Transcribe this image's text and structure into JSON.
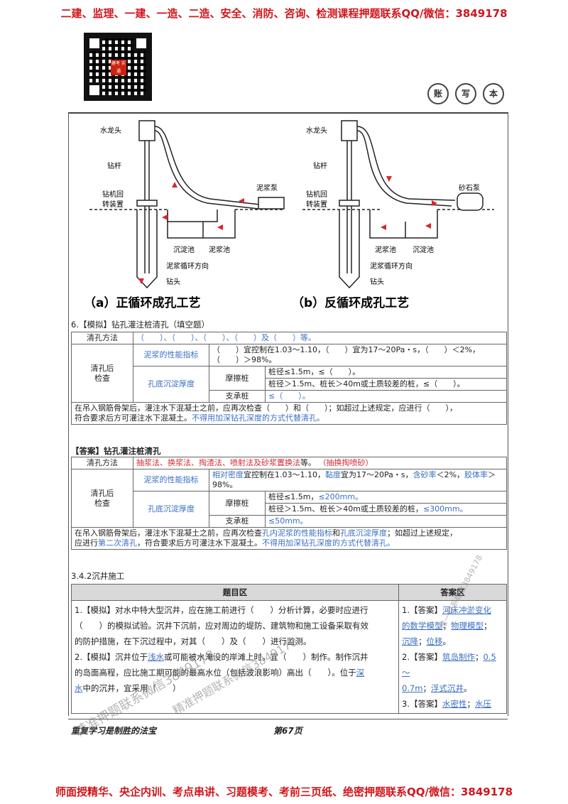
{
  "banner_top": "二建、监理、一建、一造、二造、安全、消防、咨询、检测课程押题联系QQ/微信：3849178",
  "banner_bottom": "师面授精华、央企内训、考点串讲、习题模考、考前三页纸、绝密押题联系QQ/微信：3849178",
  "stamps": [
    "账",
    "写",
    "本"
  ],
  "qr_logo": "建考\n实通",
  "diagram": {
    "a": {
      "labels": {
        "faucet": "水龙头",
        "rod": "钻杆",
        "rotary": "钻机回\n转装置",
        "pump": "泥浆泵",
        "settle": "沉淀池",
        "mud": "泥浆池",
        "circ": "泥浆循环方向",
        "bit": "钻头"
      },
      "caption": "（a）正循环成孔工艺"
    },
    "b": {
      "labels": {
        "faucet": "水龙头",
        "rod": "钻杆",
        "rotary": "钻机回\n转装置",
        "pump": "砂石泵",
        "mud": "泥浆池",
        "settle": "沉淀池",
        "circ": "泥浆循环方向",
        "bit": "钻头"
      },
      "caption": "（b）反循环成孔工艺"
    }
  },
  "q6_title": "6.【模拟】钻孔灌注桩清孔（填空题）",
  "q_table": {
    "method_label": "清孔方法",
    "method_value": "（　　）、（　　）、（　　）、（　　）及（　　）等。",
    "check_label": "清孔后\n检查",
    "mud_label": "泥浆的性能指标",
    "mud_value": "（　　）宜控制在1.03～1.10，（　　）宜为17～20Pa・s，（　　）＜2%，（　　）＞98%。",
    "sed_label": "孔底沉淀厚度",
    "friction_label": "摩擦桩",
    "friction_1": "桩径≤1.5m，≤（　　）。",
    "friction_2": "桩径＞1.5m、桩长＞40m或土质较差的桩，≤（　　）。",
    "bearing_label": "支承桩",
    "bearing_value": "≤（　　）。",
    "note_1": "在吊入钢筋骨架后，灌注水下混凝土之前，应再次检查（　　）和（　　）；如超过上述规定，应进行（　　），",
    "note_2a": "符合要求后方可灌注水下混凝土。",
    "note_2b": "不得用加深钻孔深度的方式代替清孔。"
  },
  "ans_title": "【答案】钻孔灌注桩清孔",
  "a_table": {
    "method_label": "清孔方法",
    "method_value_red": "抽浆法、换浆法、掏渣法、喷射法及砂浆置换法",
    "method_value_tail": "等。",
    "method_value_extra": "（抽换掏喷砂）",
    "check_label": "清孔后\n检查",
    "mud_label": "泥浆的性能指标",
    "mud_v1": "相对密度",
    "mud_v2": "宜控制在1.03～1.10，",
    "mud_v3": "黏度",
    "mud_v4": "宜为17～20Pa・s，",
    "mud_v5": "含砂率",
    "mud_v6": "＜2%，",
    "mud_v7": "胶体率",
    "mud_v8": "＞98%。",
    "sed_label": "孔底沉淀厚度",
    "friction_label": "摩擦桩",
    "friction_1a": "桩径≤1.5m，",
    "friction_1b": "≤200mm。",
    "friction_2a": "桩径＞1.5m、桩长＞40m或土质较差的桩，",
    "friction_2b": "≤300mm。",
    "bearing_label": "支承桩",
    "bearing_value": "≤50mm。",
    "note_1a": "在吊入钢筋骨架后，灌注水下混凝土之前，应再次检查",
    "note_1b": "孔内泥浆的性能指标",
    "note_1c": "和",
    "note_1d": "孔底沉淀厚度",
    "note_1e": "；如超过上述规定，",
    "note_2a": "应进行",
    "note_2b": "第二次清孔",
    "note_2c": "，符合要求后方可灌注水下混凝土。",
    "note_2d": "不得用加深钻孔深度的方式代替清孔。"
  },
  "section": "3.4.2沉井施工",
  "qa": {
    "head_q": "题目区",
    "head_a": "答案区",
    "q1_l1": "1.【模拟】对水中特大型沉井，应在施工前进行（　　）分析计算，必要时应进行",
    "q1_l2": "（　　）的模拟试验。沉井下沉前，应对周边的堤防、建筑物和施工设备采取有效",
    "q1_l3": "的防护措施，在下沉过程中，对其（　　）及（　　）进行监测。",
    "q2_l1a": "2.【模拟】沉井位于",
    "q2_l1b": "浅水",
    "q2_l1c": "或可能被水淹没的岸滩上时，宜（　　）制作。制作沉井",
    "q2_l2": "的岛面高程，应比施工期可能的最高水位（包括波浪影响）高出（　　）。位于",
    "q2_l2b": "深",
    "q2_l3a": "水",
    "q2_l3b": "中的沉井，宜采用（　　）",
    "a1_pre": "1.【答案】",
    "a1_1": "河床冲淤变化",
    "a1_2": "的数学模型",
    "a1_3": "；",
    "a1_4": "物理模型",
    "a1_5": "；",
    "a1_6": "沉降",
    "a1_7": "；",
    "a1_8": "位移",
    "a1_9": "。",
    "a2_pre": "2.【答案】",
    "a2_1": "筑岛制作",
    "a2_2": "；",
    "a2_3": "0.5～",
    "a2_4": "0.7m",
    "a2_5": "；",
    "a2_6": "浮式沉井",
    "a2_7": "。",
    "a3_pre": "3.【答案】",
    "a3_1": "水密性",
    "a3_2": "；",
    "a3_3": "水压"
  },
  "footer_left": "重复学习是制胜的法宝",
  "footer_page": "第67页",
  "watermarks": [
    "精准押题联系微信3849178",
    "精准押题联系微信3849178",
    "唯一联系微信3849178"
  ]
}
